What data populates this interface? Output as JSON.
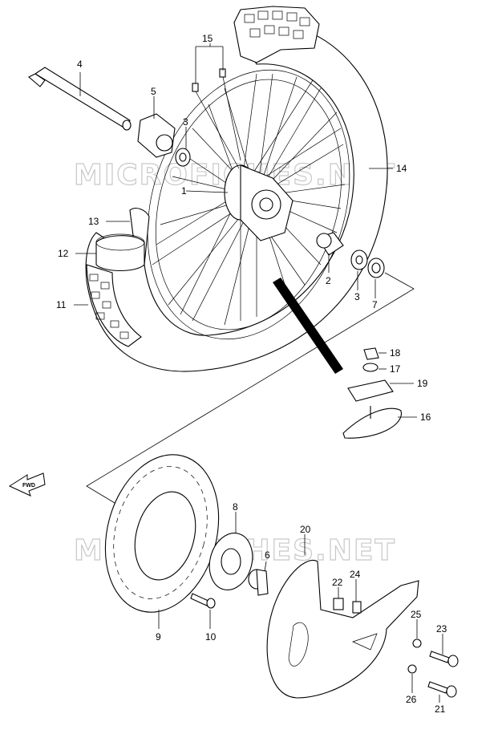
{
  "watermark": "MICROFICHES.NET",
  "fwd_label": "FWD",
  "callouts": [
    "1",
    "2",
    "3",
    "3",
    "4",
    "5",
    "6",
    "7",
    "8",
    "9",
    "10",
    "11",
    "12",
    "13",
    "14",
    "15",
    "16",
    "17",
    "18",
    "19",
    "20",
    "21",
    "22",
    "23",
    "24",
    "25",
    "26"
  ]
}
